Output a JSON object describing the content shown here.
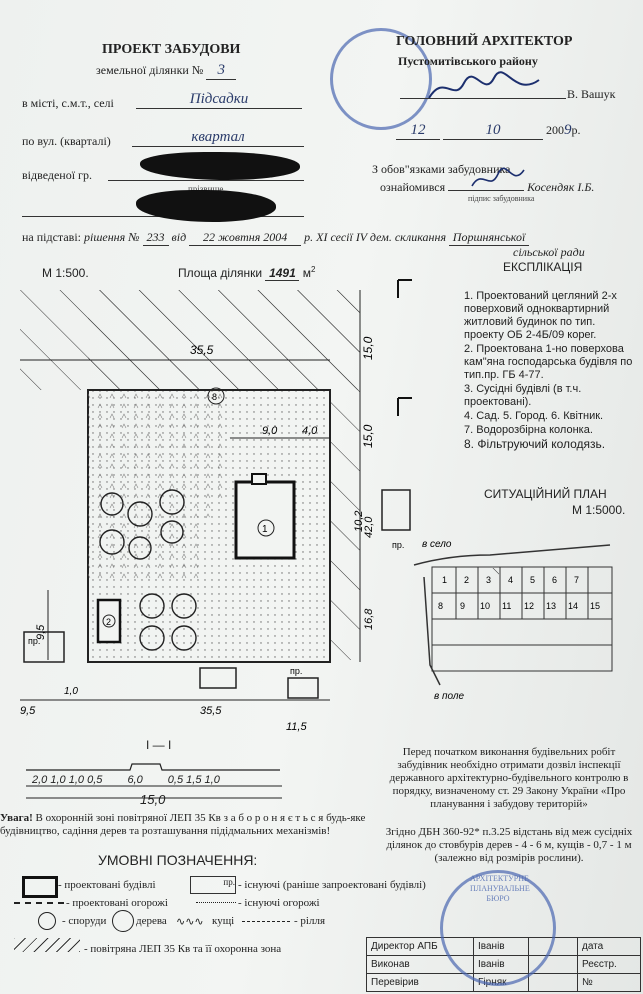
{
  "header_left": {
    "title": "ПРОЕКТ ЗАБУДОВИ",
    "land_plot_label": "земельної ділянки №",
    "land_plot_no": "3",
    "city_label": "в місті, с.м.т., селі",
    "city_value": "Підсадки",
    "street_label": "по вул. (кварталі)",
    "street_value": "квартал",
    "assigned_label": "відведеної гр.",
    "surname_caption": "прізвище",
    "basis_label": "на підставі:",
    "basis_text": "рішення №",
    "basis_no": "233",
    "basis_from": "від",
    "basis_date": "22 жовтня 2004",
    "basis_rest": "р. XI сесії IV дем. скликання",
    "council_1": "Поршнянської",
    "council_2": "сільської ради"
  },
  "header_right": {
    "title": "ГОЛОВНИЙ АРХІТЕКТОР",
    "district": "Пустомитівського району",
    "name": "В. Вашук",
    "date_day": "12",
    "date_month": "10",
    "year_prefix": "200",
    "year_suffix": "9",
    "year_unit": "р.",
    "duties_line1": "З обов\"язками забудовника",
    "duties_line2": "ознайомився",
    "developer_name": "Косендяк І.Б.",
    "developer_caption": "підпис забудовника"
  },
  "scale_label": "М 1:500.",
  "area_label": "Площа ділянки",
  "area_value": "1491",
  "area_unit": "м",
  "explication": {
    "title": "ЕКСПЛІКАЦІЯ",
    "items": [
      "1. Проектований цегляний 2-х поверховий одноквартирний житловий будинок по тип. проекту ОБ 2-4Б/09 корег.",
      "2. Проектована 1-но поверхова кам\"яна господарська будівля по тип.пр. ГБ 4-77.",
      "3. Сусідні будівлі (в т.ч. проектовані).",
      "4. Сад. 5. Город. 6. Квітник.",
      "7. Водорозбірна колонка.",
      "8. Фільтруючий колодязь."
    ]
  },
  "situation_plan": {
    "title": "СИТУАЦІЙНИЙ ПЛАН",
    "scale": "М 1:5000.",
    "to_village": "в село",
    "to_field": "в поле",
    "lots_row1": [
      "1",
      "2",
      "3",
      "4",
      "5",
      "6",
      "7"
    ],
    "lots_row2": [
      "8",
      "9",
      "10",
      "11",
      "12",
      "13",
      "14",
      "15"
    ]
  },
  "plan_dims": {
    "d355": "35,5",
    "d15": "15,0",
    "d90": "9,0",
    "d40": "4,0",
    "d102": "10,2",
    "d420": "42,0",
    "d168": "16,8",
    "d95a": "9,5",
    "d10": "1,0",
    "d95b": "9,5",
    "d115": "11,5",
    "d355b": "35,5",
    "pr": "пр."
  },
  "section": {
    "title": "I — I",
    "dims": [
      "2,0",
      "1,0",
      "1,0",
      "0,5",
      "6,0",
      "0,5",
      "1,5",
      "1,0"
    ],
    "total": "15,0"
  },
  "warning": {
    "label": "Увага!",
    "text": "В охоронній зоні повітряної ЛЕП 35 Кв з а б о р о н я є т ь с я будь-яке будівництво, садіння дерев та розташування підідмальних механізмів!"
  },
  "notice": "Перед початком виконання будівельних робіт забудівник необхідно отримати дозвіл інспекції державного архітектурно-будівельного контролю в порядку, визначеному ст. 29 Закону України «Про планування і забудову територій»",
  "norm": "Згідно ДБН 360-92* п.3.25 відстань від меж сусідніх ділянок до стовбурів дерев - 4 - 6 м, кущів - 0,7 - 1 м (залежно від розмірів рослини).",
  "legend": {
    "title": "УМОВНІ ПОЗНАЧЕННЯ:",
    "designed_buildings": "- проектовані будівлі",
    "existing": "- існуючі (раніше запроектовані будівлі)",
    "existing_pr": "пр.",
    "designed_fences": "- проектовані огорожі",
    "existing_fences": "- існуючі огорожі",
    "structures": "- споруди",
    "trees": "дерева",
    "shrubs": "кущі",
    "arable": "- рілля",
    "power_line": "- повітряна ЛЕП 35 Кв та її охоронна зона"
  },
  "signature_table": {
    "rows": [
      {
        "role": "Директор АПБ",
        "name": "Іванів",
        "note": "дата"
      },
      {
        "role": "Виконав",
        "name": "Іванів",
        "note": "Реєстр."
      },
      {
        "role": "Перевірив",
        "name": "Гірняк",
        "note": "№"
      }
    ]
  },
  "stamp_text": "АРХІТЕКТУРНЕ ПЛАНУВАЛЬНЕ БЮРО"
}
